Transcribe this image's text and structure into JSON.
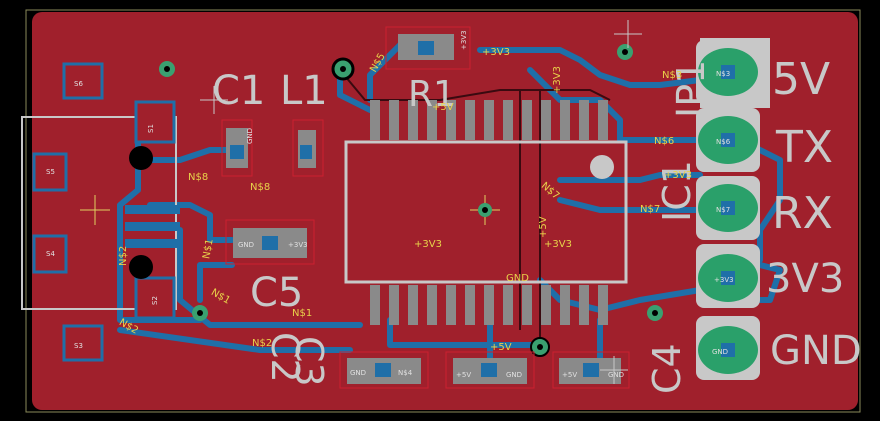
{
  "colors": {
    "background": "#000000",
    "board_outline": "#8a8a5a",
    "copper_top": "#a0202c",
    "copper_bottom": "#1f6fa8",
    "silkscreen": "#c8c8c8",
    "pad": "#8a8a8a",
    "pad_green": "#2aa06a",
    "via": "#3aa070",
    "net_label": "#e8d24a"
  },
  "silkscreen_labels": {
    "c1": "C1",
    "l1": "L1",
    "r1": "R1",
    "c5": "C5",
    "c3": "C3",
    "c2": "C2",
    "c4": "C4",
    "ic1": "IC1",
    "jp1": "JP1",
    "s1": "S1",
    "s2": "S2",
    "s3": "S3",
    "s4": "S4",
    "s5": "S5",
    "s6": "S6"
  },
  "header_pins": {
    "p5v": "5V",
    "tx": "TX",
    "rx": "RX",
    "p3v3": "3V3",
    "gnd": "GND"
  },
  "net_labels": {
    "n1": "+3V3",
    "n2": "N$5",
    "n3": "+5V",
    "n4": "+3V3",
    "n5": "N$3",
    "n6": "N$6",
    "n7": "+3V3",
    "n8": "N$7",
    "n9": "N$8",
    "n10": "N$8",
    "n11": "+3V3",
    "n12": "+3V3",
    "n13": "+5V",
    "n14": "GND",
    "n15": "N$2",
    "n16": "N$1",
    "n17": "N$1",
    "n18": "N$1",
    "n19": "N$2",
    "n20": "N$2",
    "n21": "+5V",
    "n22": "N$7",
    "n23": "+3V3",
    "n24": "GND"
  },
  "pad_labels": {
    "c5_left": "GND",
    "c5_right": "+3V3",
    "c3_left": "GND",
    "c3_right": "N$4",
    "c2_left": "+5V",
    "c2_right": "GND",
    "c4_left": "+5V",
    "c4_right": "GND",
    "hdr1": "N$3",
    "hdr2": "N$6",
    "hdr3": "N$7",
    "hdr4": "+3V3",
    "hdr5": "GND"
  }
}
